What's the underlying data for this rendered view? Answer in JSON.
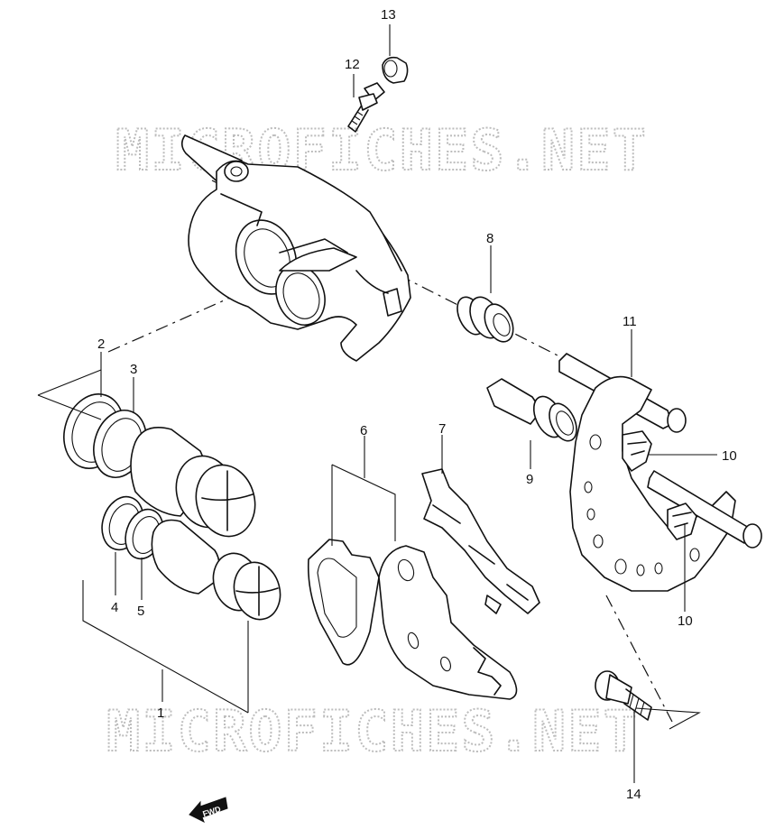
{
  "watermark": {
    "text": "MICROFICHES.NET"
  },
  "fwd_badge": {
    "text": "FWD"
  },
  "callouts": {
    "c1": "1",
    "c2": "2",
    "c3": "3",
    "c4": "4",
    "c5": "5",
    "c6": "6",
    "c7": "7",
    "c8": "8",
    "c9": "9",
    "c10a": "10",
    "c10b": "10",
    "c11": "11",
    "c12": "12",
    "c13": "13",
    "c14": "14"
  }
}
